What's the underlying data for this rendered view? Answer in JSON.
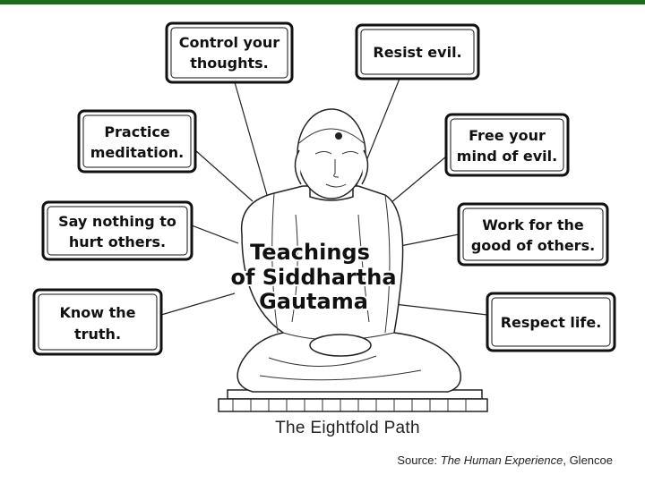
{
  "header": {
    "bar_color": "#1c6a1c"
  },
  "diagram": {
    "center_title": [
      "Teachings",
      "of Siddhartha",
      "Gautama"
    ],
    "teachings": [
      {
        "id": "control-thoughts",
        "lines": [
          "Control your",
          "thoughts."
        ]
      },
      {
        "id": "resist-evil",
        "lines": [
          "Resist evil."
        ]
      },
      {
        "id": "practice-meditation",
        "lines": [
          "Practice",
          "meditation."
        ]
      },
      {
        "id": "free-mind",
        "lines": [
          "Free your",
          "mind of evil."
        ]
      },
      {
        "id": "say-nothing",
        "lines": [
          "Say nothing to",
          "hurt others."
        ]
      },
      {
        "id": "work-for-good",
        "lines": [
          "Work for the",
          "good of others."
        ]
      },
      {
        "id": "know-truth",
        "lines": [
          "Know the",
          "truth."
        ]
      },
      {
        "id": "respect-life",
        "lines": [
          "Respect life."
        ]
      }
    ]
  },
  "caption": "The Eightfold Path",
  "source": {
    "prefix": "Source:",
    "title": "The Human Experience",
    "publisher": ", Glencoe"
  }
}
